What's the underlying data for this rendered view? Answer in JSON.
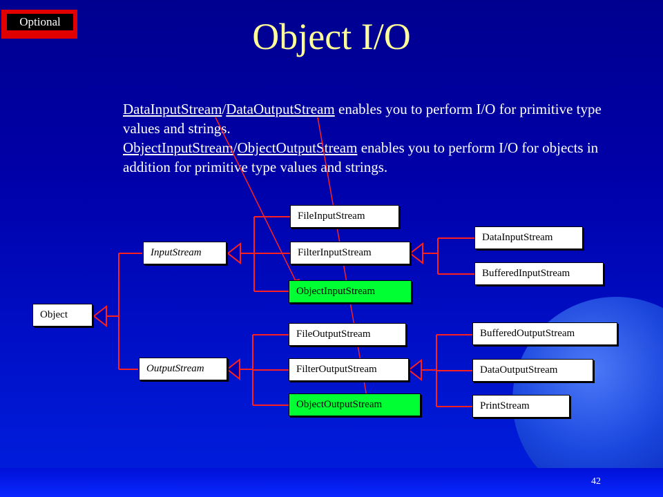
{
  "badge": "Optional",
  "title": "Object I/O",
  "description": {
    "s1_a": "DataInputStream",
    "s1_sep": "/",
    "s1_b": "DataOutputStream",
    "s1_rest": " enables you to perform I/O for primitive type values and strings.",
    "s2_a": "ObjectInputStream",
    "s2_sep": "/",
    "s2_b": "ObjectOutputStream",
    "s2_rest": " enables you to perform I/O for objects in addition for primitive type values and strings."
  },
  "classes": {
    "object": "Object",
    "input_stream": "InputStream",
    "output_stream": "OutputStream",
    "file_input_stream": "FileInputStream",
    "filter_input_stream": "FilterInputStream",
    "object_input_stream": "ObjectInputStream",
    "data_input_stream": "DataInputStream",
    "buffered_input_stream": "BufferedInputStream",
    "file_output_stream": "FileOutputStream",
    "filter_output_stream": "FilterOutputStream",
    "object_output_stream": "ObjectOutputStream",
    "buffered_output_stream": "BufferedOutputStream",
    "data_output_stream": "DataOutputStream",
    "print_stream": "PrintStream"
  },
  "colors": {
    "connector": "#ff2020",
    "highlight": "#00ff33",
    "title": "#ffff99"
  },
  "page_number": "42"
}
